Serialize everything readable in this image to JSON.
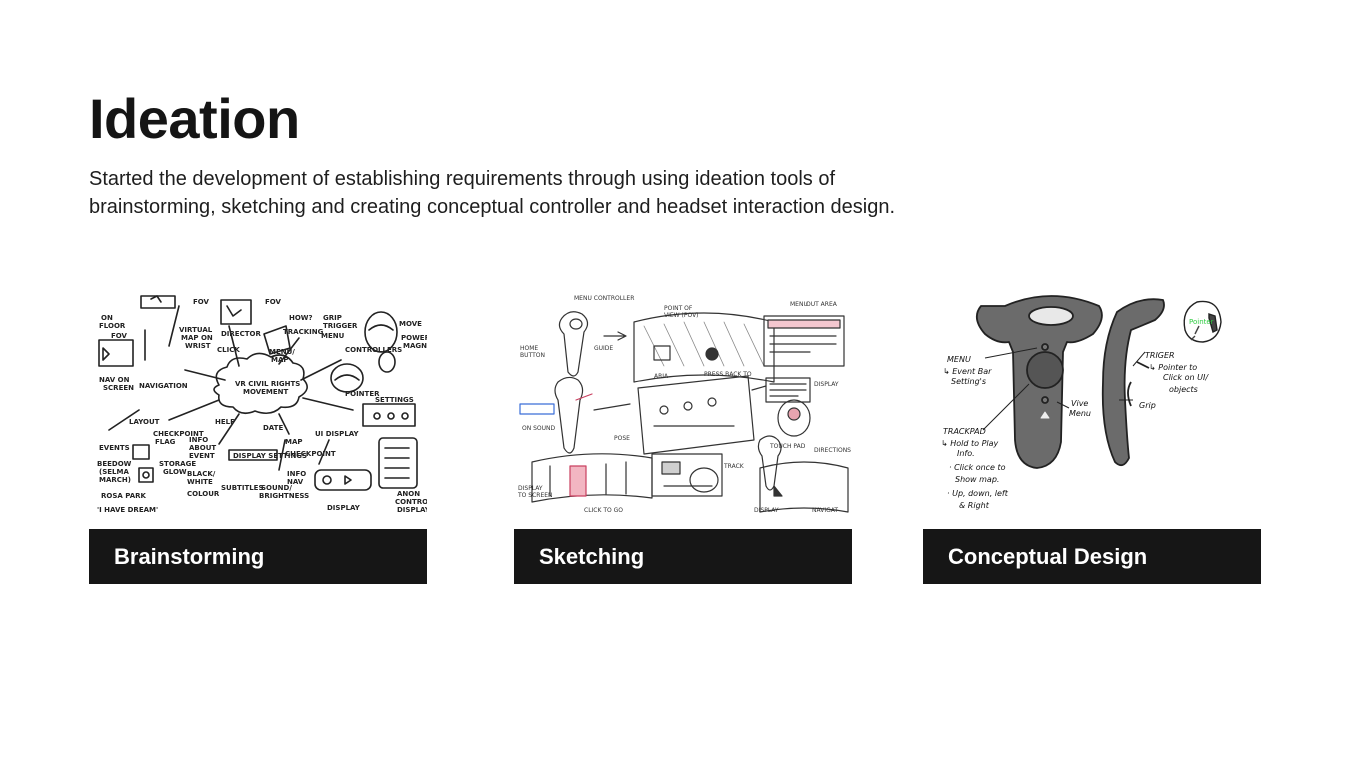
{
  "header": {
    "title": "Ideation",
    "description_lines": [
      "Started the development of establishing requirements through using ideation tools of",
      "brainstorming, sketching and creating conceptual controller and headset interaction design."
    ]
  },
  "cards": [
    {
      "label": "Brainstorming",
      "image_icon": "brainstorm-sketch"
    },
    {
      "label": "Sketching",
      "image_icon": "ui-sketches"
    },
    {
      "label": "Conceptual Design",
      "image_icon": "controller-concept"
    }
  ],
  "colors": {
    "label_background": "#161616",
    "label_text": "#ffffff",
    "title_text": "#151515",
    "controller_body": "#6b6b6b",
    "sketch_accent": "#d77a8a",
    "concept_accent": "#2ecc40"
  }
}
